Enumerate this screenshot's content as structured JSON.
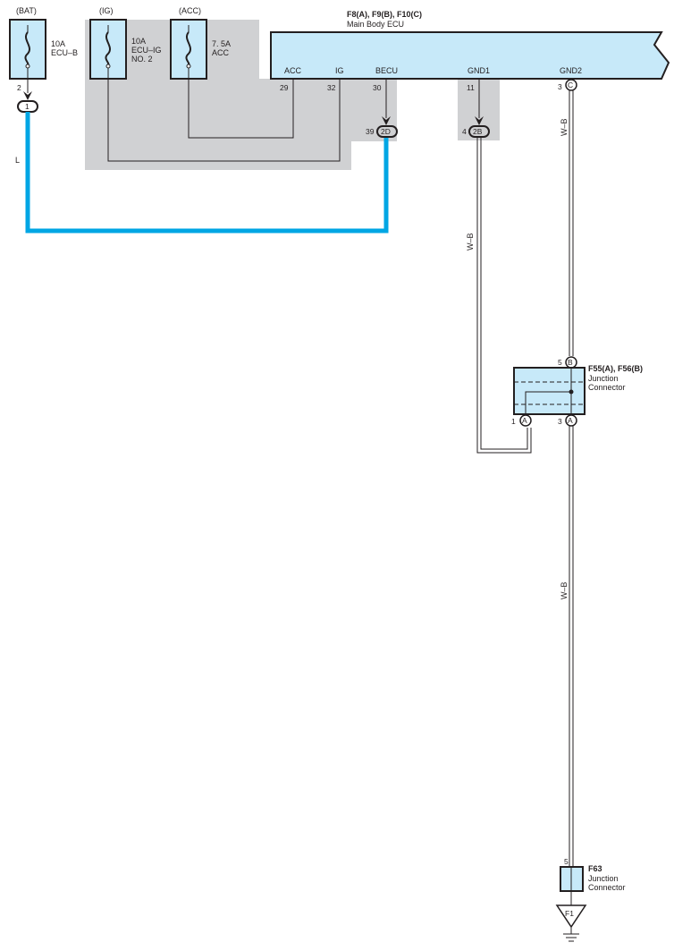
{
  "fuses": [
    {
      "supply": "(BAT)",
      "rating": "10A",
      "name": "ECU–B",
      "name2": "",
      "pin": "2"
    },
    {
      "supply": "(IG)",
      "rating": "10A",
      "name": "ECU–IG",
      "name2": "NO. 2"
    },
    {
      "supply": "(ACC)",
      "rating": "7. 5A",
      "name": "ACC"
    }
  ],
  "ecu": {
    "connectors": "F8(A), F9(B), F10(C)",
    "name": "Main Body ECU",
    "terminals": [
      {
        "label": "ACC",
        "pin": "29"
      },
      {
        "label": "IG",
        "pin": "32"
      },
      {
        "label": "BECU",
        "pin": "30"
      },
      {
        "label": "GND1",
        "pin": "11"
      },
      {
        "label": "GND2",
        "pin": "3",
        "conn": "C"
      }
    ]
  },
  "junction_pins": {
    "bat_connector": "1",
    "becu_pin": "39",
    "becu_conn": "2D",
    "gnd1_pin": "4",
    "gnd1_conn": "2B"
  },
  "wires": {
    "bat_color": "L",
    "gnd_color": "W–B"
  },
  "junction_f55": {
    "name": "F55(A), F56(B)",
    "line1": "Junction",
    "line2": "Connector",
    "top_pin": "5",
    "top_conn": "B",
    "left_pin": "1",
    "left_conn": "A",
    "right_pin": "3",
    "right_conn": "A"
  },
  "junction_f63": {
    "name": "F63",
    "line1": "Junction",
    "line2": "Connector",
    "pin": "5"
  },
  "ground": {
    "label": "F1"
  },
  "colors": {
    "wire_blue": "#00a6e4",
    "box_fill": "#c7e9f9",
    "shade": "#d0d1d3",
    "ink": "#231f20"
  }
}
